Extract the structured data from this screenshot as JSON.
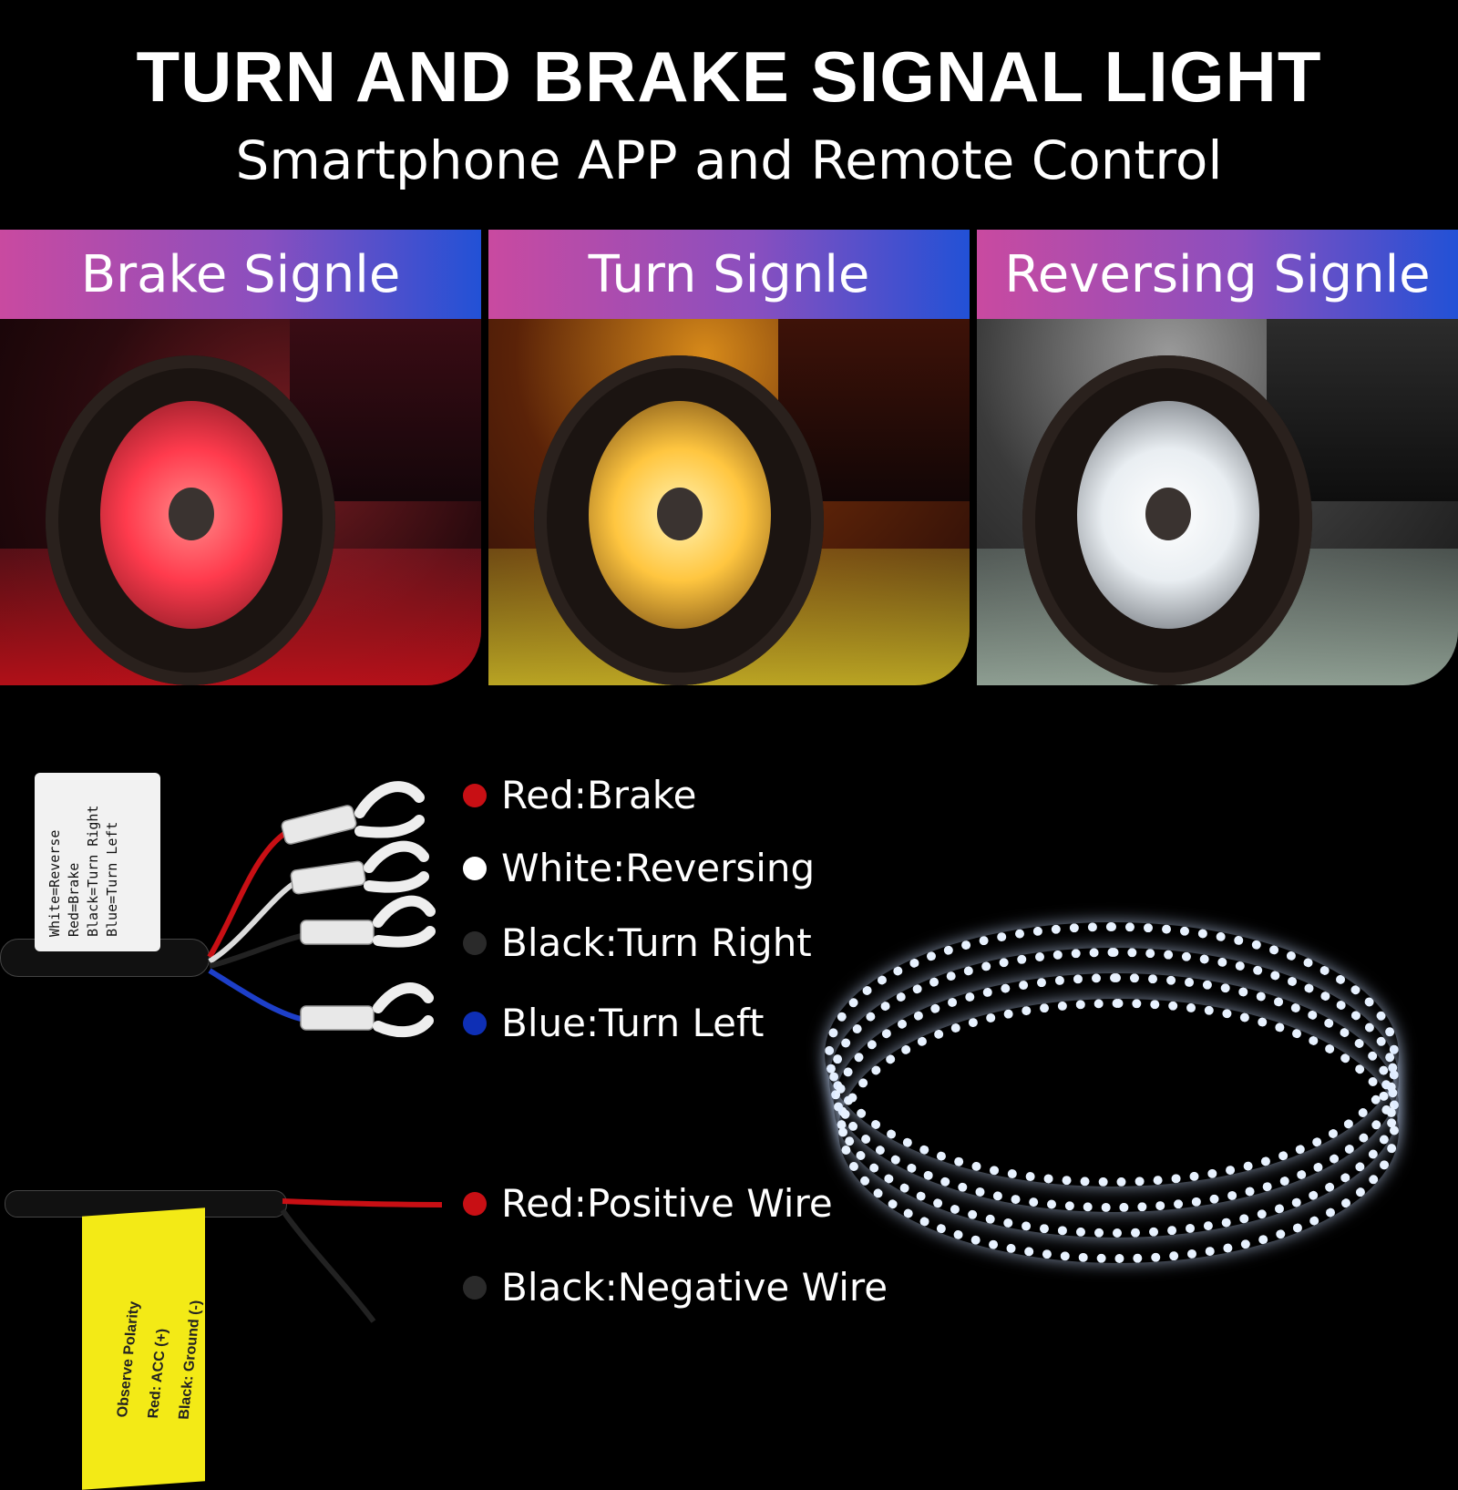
{
  "header": {
    "title": "TURN AND BRAKE SIGNAL LIGHT",
    "subtitle": "Smartphone APP and Remote Control"
  },
  "panels": [
    {
      "label": "Brake Signle",
      "glow_color": "#ff3b4d"
    },
    {
      "label": "Turn Signle",
      "glow_color": "#ffc640"
    },
    {
      "label": "Reversing Signle",
      "glow_color": "#e9eef2"
    }
  ],
  "wire_tag": {
    "lines": [
      "White=Reverse",
      "Red=Brake",
      "Black=Turn Right",
      "Blue=Turn Left"
    ]
  },
  "signal_wires": [
    {
      "label": "Red:Brake",
      "color": "#c80f14"
    },
    {
      "label": "White:Reversing",
      "color": "#ffffff"
    },
    {
      "label": "Black:Turn Right",
      "color": "#2a2a2a"
    },
    {
      "label": "Blue:Turn Left",
      "color": "#0e2fb5"
    }
  ],
  "power_tag": {
    "lines": [
      "Observe Polarity",
      "Red: ACC (+)",
      "Black: Ground (-)"
    ]
  },
  "power_wires": [
    {
      "label": "Red:Positive Wire",
      "color": "#c80f14"
    },
    {
      "label": "Black:Negative Wire",
      "color": "#2a2a2a"
    }
  ]
}
